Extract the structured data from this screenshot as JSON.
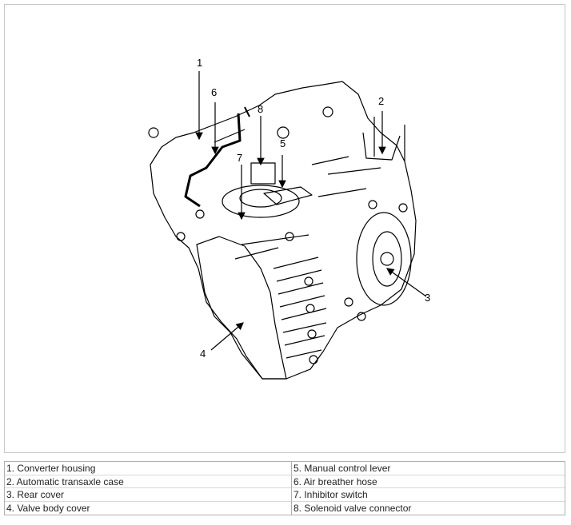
{
  "callouts": [
    "1",
    "2",
    "3",
    "4",
    "5",
    "6",
    "7",
    "8"
  ],
  "legend": {
    "left": [
      "1. Converter housing",
      "2. Automatic transaxle case",
      "3. Rear cover",
      "4. Valve body cover"
    ],
    "right": [
      "5. Manual control lever",
      "6. Air breather hose",
      "7. Inhibitor switch",
      "8. Solenoid valve connector"
    ]
  }
}
